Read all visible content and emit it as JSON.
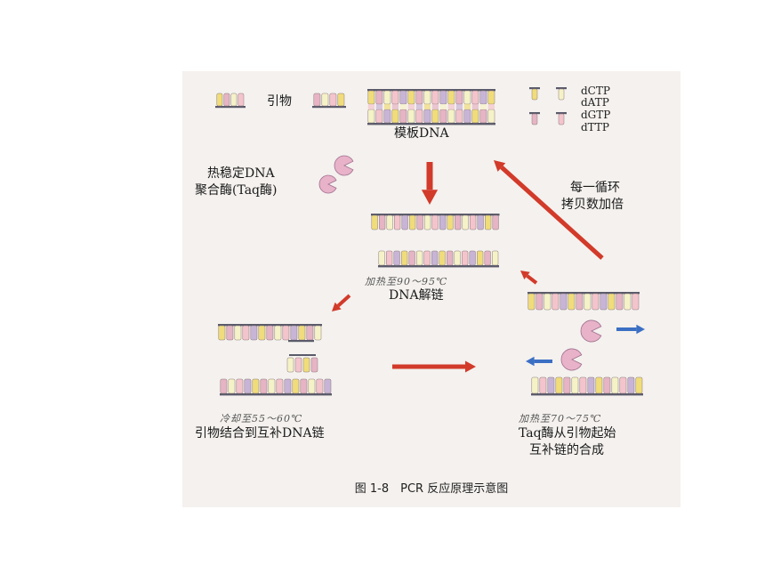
{
  "labels": {
    "primer": "引物",
    "template_dna": "模板DNA",
    "dntp": [
      "dCTP",
      "dATP",
      "dGTP",
      "dTTP"
    ],
    "polymerase_line1": "热稳定DNA",
    "polymerase_line2": "聚合酶(Taq酶)",
    "cycle_line1": "每一循环",
    "cycle_line2": "拷贝数加倍",
    "denature_temp": "加热至90～95℃",
    "denature_step": "DNA解链",
    "anneal_temp": "冷却至55～60℃",
    "anneal_step": "引物结合到互补DNA链",
    "extend_temp": "加热至70～75℃",
    "extend_step_line1": "Taq酶从引物起始",
    "extend_step_line2": "互补链的合成"
  },
  "caption": "图 1-8　PCR 反应原理示意图",
  "colors": {
    "dCTP": "#f0dc7a",
    "dATP": "#f6f2c8",
    "dGTP": "#e6b4c4",
    "dTTP": "#f4c4cc",
    "backbone": "#5a5a6a",
    "red_arrow": "#d23a2a",
    "blue_arrow": "#3b6fc4",
    "enzyme": "#e8b2c8",
    "purple_base": "#c8b4d6"
  }
}
